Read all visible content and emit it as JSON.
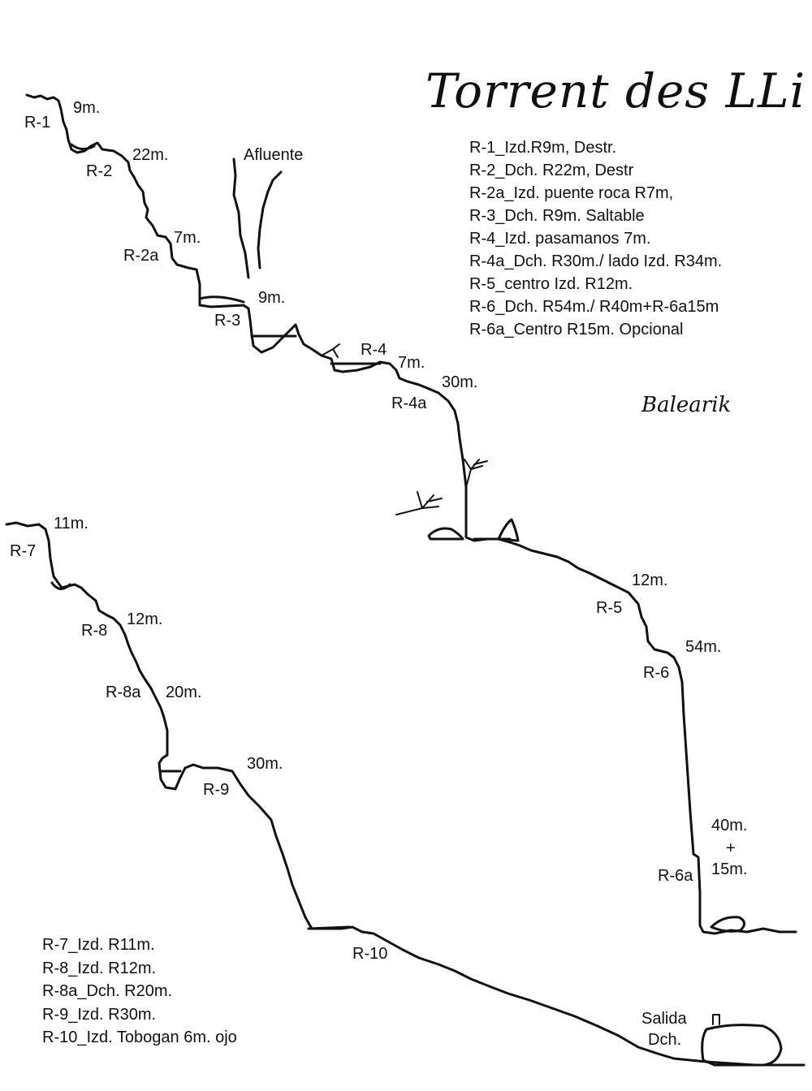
{
  "title": "Torrent des LLi",
  "legend_upper": [
    "R-1_Izd.R9m, Destr.",
    "R-2_Dch. R22m, Destr",
    "R-2a_Izd. puente roca R7m,",
    "R-3_Dch. R9m. Saltable",
    "R-4_Izd. pasamanos 7m.",
    "R-4a_Dch. R30m./ lado Izd. R34m.",
    "R-5_centro Izd. R12m.",
    "R-6_Dch. R54m./ R40m+R-6a15m",
    "R-6a_Centro R15m. Opcional"
  ],
  "legend_lower": [
    "R-7_Izd. R11m.",
    "R-8_Izd. R12m.",
    "R-8a_Dch. R20m.",
    "R-9_Izd. R30m.",
    "R-10_Izd. Tobogan 6m. ojo"
  ],
  "brand": "Balearik",
  "labels": {
    "afluente": "Afluente",
    "r1": "R-1",
    "r1_len": "9m.",
    "r2": "R-2",
    "r2_len": "22m.",
    "r2a": "R-2a",
    "r2a_len": "7m.",
    "r3": "R-3",
    "r3_len": "9m.",
    "r4": "R-4",
    "r4_len": "7m.",
    "r4a": "R-4a",
    "r4a_len": "30m.",
    "r5": "R-5",
    "r5_len": "12m.",
    "r6": "R-6",
    "r6_len": "54m.",
    "r6a": "R-6a",
    "r6a_len1": "40m.",
    "r6a_plus": "+",
    "r6a_len2": "15m.",
    "r7": "R-7",
    "r7_len": "11m.",
    "r8": "R-8",
    "r8_len": "12m.",
    "r8a": "R-8a",
    "r8a_len": "20m.",
    "r9": "R-9",
    "r9_len": "30m.",
    "r10": "R-10",
    "salida": "Salida",
    "salida_dir": "Dch."
  }
}
